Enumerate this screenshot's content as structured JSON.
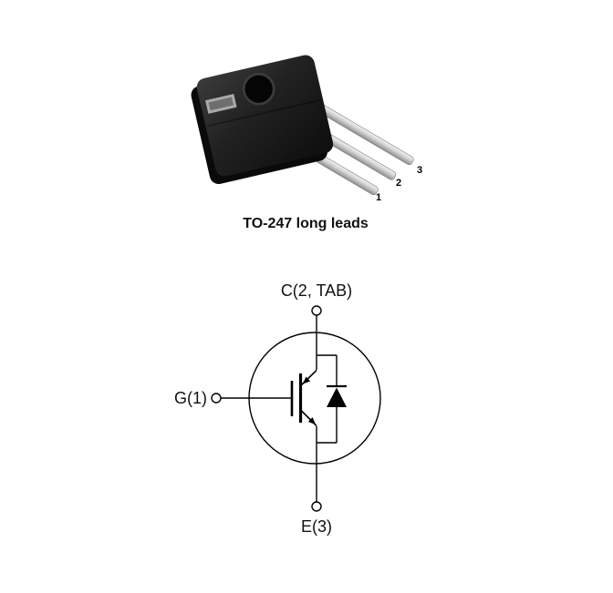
{
  "package_figure": {
    "caption": "TO-247 long leads",
    "pin_labels": [
      "1",
      "2",
      "3"
    ]
  },
  "schematic": {
    "collector_label": "C(2, TAB)",
    "gate_label": "G(1)",
    "emitter_label": "E(3)",
    "line_color": "#000000"
  },
  "colors": {
    "background": "#ffffff",
    "package_body": "#1c1c1c",
    "package_side": "#0a0a0a",
    "lead_metal": "#c6c6c6",
    "notch": "#a9a9a9",
    "text": "#111111"
  }
}
